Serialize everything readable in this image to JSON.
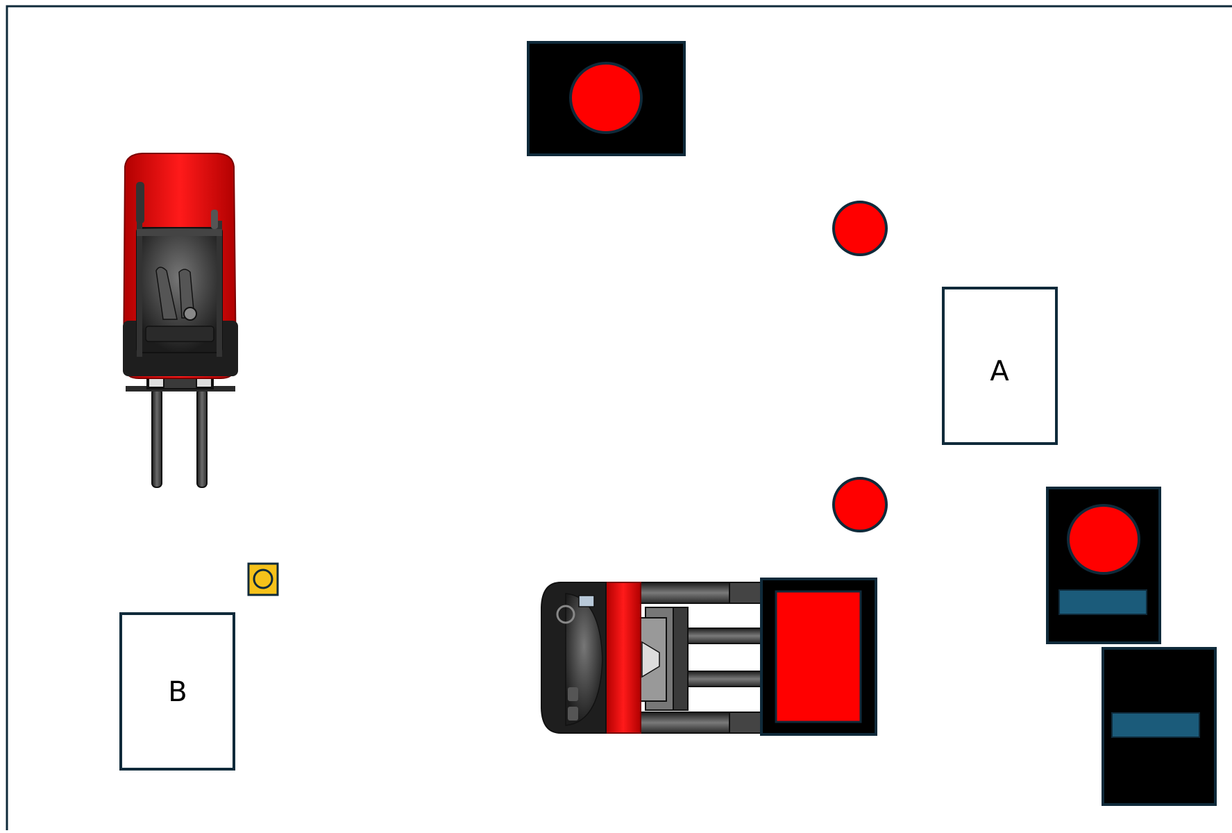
{
  "scene": {
    "title": "",
    "colors": {
      "border": "#0f2a3a",
      "obstacle_red": "#ff0000",
      "pallet_black": "#000000",
      "blue_bar": "#1b5b7a",
      "marker_yellow": "#f6c21a",
      "forklift_red": "#e00000",
      "forklift_dark": "#1e1e1e"
    },
    "zones": [
      {
        "id": "A",
        "label": "A"
      },
      {
        "id": "B",
        "label": "B"
      }
    ],
    "objects": {
      "forklift_top_left": {
        "name": "forklift",
        "orientation": "forks-down"
      },
      "forklift_bottom": {
        "name": "forklift",
        "orientation": "forks-right",
        "carrying": "red-load"
      },
      "floor_marker": {
        "name": "floor-marker",
        "icon": "circle-marker-icon"
      },
      "obstacles": [
        "red-circle",
        "red-circle"
      ],
      "pallets": [
        "pallet-with-red-circle",
        "pallet-with-red-circle-and-bar",
        "pallet-with-bar"
      ]
    }
  }
}
